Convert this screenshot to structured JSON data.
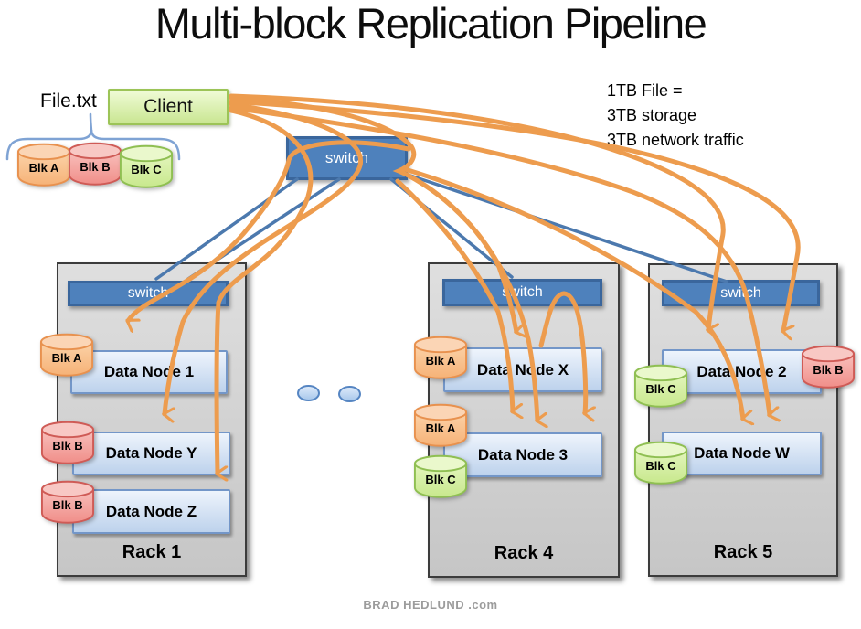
{
  "title": "Multi-block Replication Pipeline",
  "annotation": {
    "line1": "1TB File =",
    "line2": "3TB storage",
    "line3": "3TB network traffic"
  },
  "file_group": {
    "label": "File.txt",
    "blocks": [
      {
        "label": "Blk A",
        "color": "#F9C191"
      },
      {
        "label": "Blk B",
        "color": "#F4A7A3"
      },
      {
        "label": "Blk C",
        "color": "#D9F0A5"
      }
    ]
  },
  "client": {
    "label": "Client"
  },
  "core_switch": {
    "label": "switch"
  },
  "racks": [
    {
      "name": "Rack 1",
      "switch": "switch",
      "nodes": [
        {
          "label": "Data Node 1"
        },
        {
          "label": "Data Node Y"
        },
        {
          "label": "Data Node Z"
        }
      ],
      "blocks": [
        {
          "label": "Blk A"
        },
        {
          "label": "Blk B"
        },
        {
          "label": "Blk B"
        }
      ]
    },
    {
      "name": "Rack 4",
      "switch": "switch",
      "nodes": [
        {
          "label": "Data Node X"
        },
        {
          "label": "Data Node 3"
        }
      ],
      "blocks": [
        {
          "label": "Blk A"
        },
        {
          "label": "Blk A"
        },
        {
          "label": "Blk C"
        }
      ]
    },
    {
      "name": "Rack 5",
      "switch": "switch",
      "nodes": [
        {
          "label": "Data Node 2"
        },
        {
          "label": "Data Node W"
        }
      ],
      "blocks": [
        {
          "label": "Blk C"
        },
        {
          "label": "Blk B"
        },
        {
          "label": "Blk C"
        }
      ]
    }
  ],
  "footer": "BRAD HEDLUND .com",
  "colors": {
    "arrow_orange": "#ED9C4E",
    "link_blue": "#4C79AE",
    "brace_blue": "#7FA3D4",
    "switch_fill": "#4E81BC",
    "switch_border": "#3A669C",
    "block_a_fill": "#F9C191",
    "block_b_fill": "#F4A7A3",
    "block_c_fill": "#D9F0A5",
    "node_fill": "#D7E5F5",
    "rack_fill": "#D6D6D6",
    "client_fill": "#D9F0A0"
  }
}
